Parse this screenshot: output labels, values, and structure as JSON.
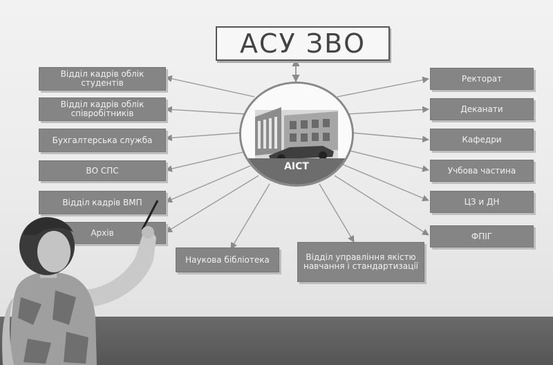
{
  "diagram": {
    "title": "АСУ ЗВО",
    "hub_label": "АІСТ",
    "left_boxes": [
      "Відділ кадрів облік студентів",
      "Відділ кадрів облік співробітників",
      "Бухгалтерська служба",
      "ВО СПС",
      "Відділ кадрів ВМП",
      "Архів"
    ],
    "right_boxes": [
      "Ректорат",
      "Деканати",
      "Кафедри",
      "Учбова частина",
      "ЦЗ и ДН",
      "ФПІГ"
    ],
    "bottom_boxes": [
      "Наукова бібліотека",
      "Відділ управління якістю навчання і стандартизації"
    ]
  },
  "colors": {
    "box_fill": "#858585",
    "box_text": "#f2f2f2",
    "screen": "#efefef",
    "line": "#9a9a9a"
  },
  "icons": [
    "building-image",
    "car-image",
    "laser-pointer"
  ]
}
